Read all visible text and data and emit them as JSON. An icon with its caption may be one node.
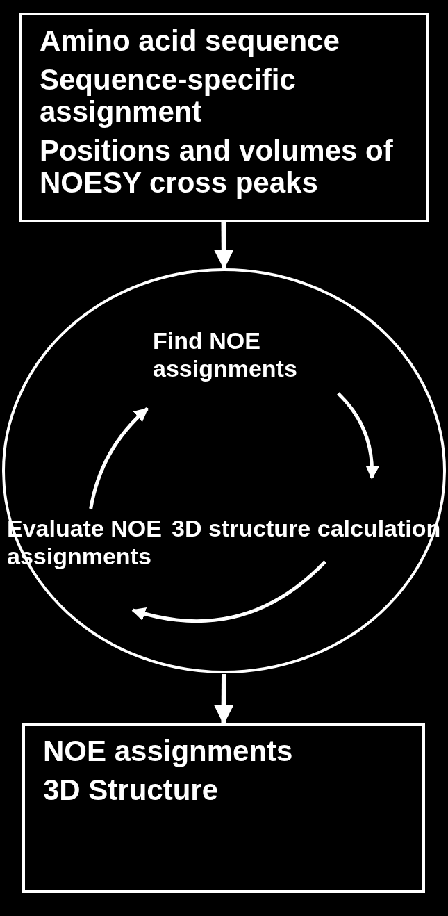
{
  "diagram": {
    "nodes": [
      {
        "text": [
          "Amino acid sequence",
          "Sequence-specific assignment",
          "Positions and volumes of NOESY cross peaks"
        ]
      },
      {
        "text": [],
        "shape": "circle"
      },
      {
        "text": [
          "Find NOE assignments"
        ],
        "in": 1
      },
      {
        "text": [
          "3D structure calculation"
        ],
        "in": 1
      },
      {
        "text": [
          "Evaluate NOE assignments"
        ],
        "in": 1
      },
      {
        "text": [
          "NOE assignments",
          "3D Structure"
        ]
      }
    ],
    "edges": [
      {
        "from": 0,
        "to": 1,
        "arrow": "to"
      },
      {
        "from": 2,
        "to": 3,
        "arrow": "to"
      },
      {
        "from": 3,
        "to": 4,
        "arrow": "to"
      },
      {
        "from": 4,
        "to": 2,
        "arrow": "to"
      },
      {
        "from": 1,
        "to": 5,
        "arrow": "to"
      }
    ]
  }
}
